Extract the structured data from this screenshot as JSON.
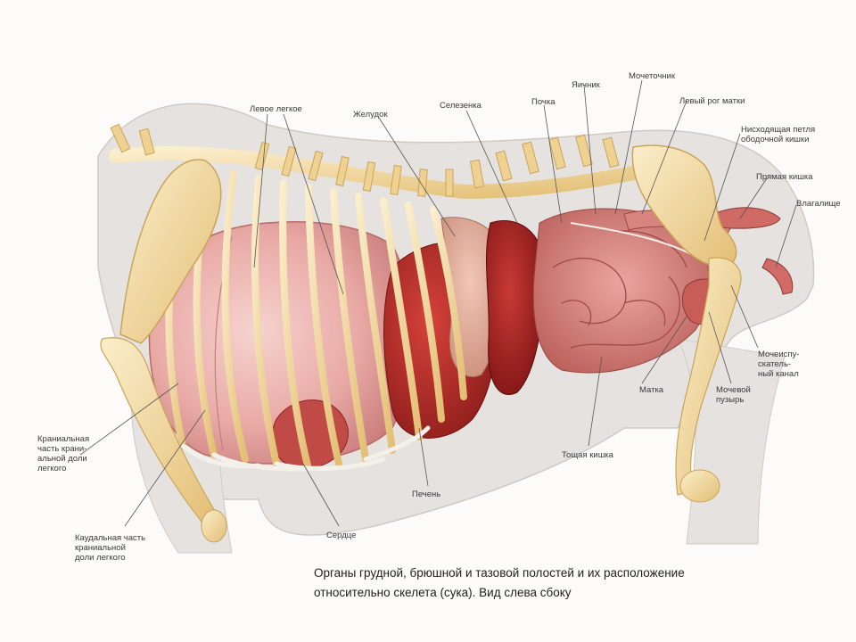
{
  "labels": {
    "left_lung": "Левое легкое",
    "stomach": "Желудок",
    "spleen": "Селезенка",
    "kidney": "Почка",
    "ovary": "Яичник",
    "ureter": "Мочеточник",
    "left_uterine_horn": "Левый рог матки",
    "descending_colon_loop": "Нисходящая петля\nободочной кишки",
    "rectum": "Прямая кишка",
    "vagina": "Влагалище",
    "urogenital_canal": "Мочеиспу-\nскатель-\nный канал",
    "uterus": "Матка",
    "bladder": "Мочевой\nпузырь",
    "jejunum": "Тощая кишка",
    "liver": "Печень",
    "heart": "Сердце",
    "cranial_part": "Краниальная\nчасть крани-\nальной доли\nлегкого",
    "caudal_part": "Каудальная часть\nкраниальной\nдоли легкого"
  },
  "caption": "Органы грудной, брюшной и тазовой полостей и их расположение\nотносительно скелета (сука). Вид слева сбоку"
}
